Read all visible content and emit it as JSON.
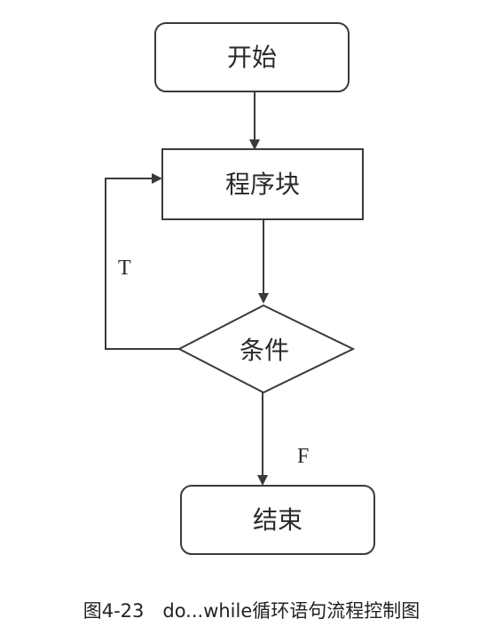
{
  "nodes": {
    "start": "开始",
    "process": "程序块",
    "condition": "条件",
    "end": "结束"
  },
  "edges": {
    "true_label": "T",
    "false_label": "F"
  },
  "caption": "图4-23　do...while循环语句流程控制图",
  "colors": {
    "stroke": "#3a3a3a",
    "text": "#2a2a2a",
    "background": "#ffffff"
  }
}
